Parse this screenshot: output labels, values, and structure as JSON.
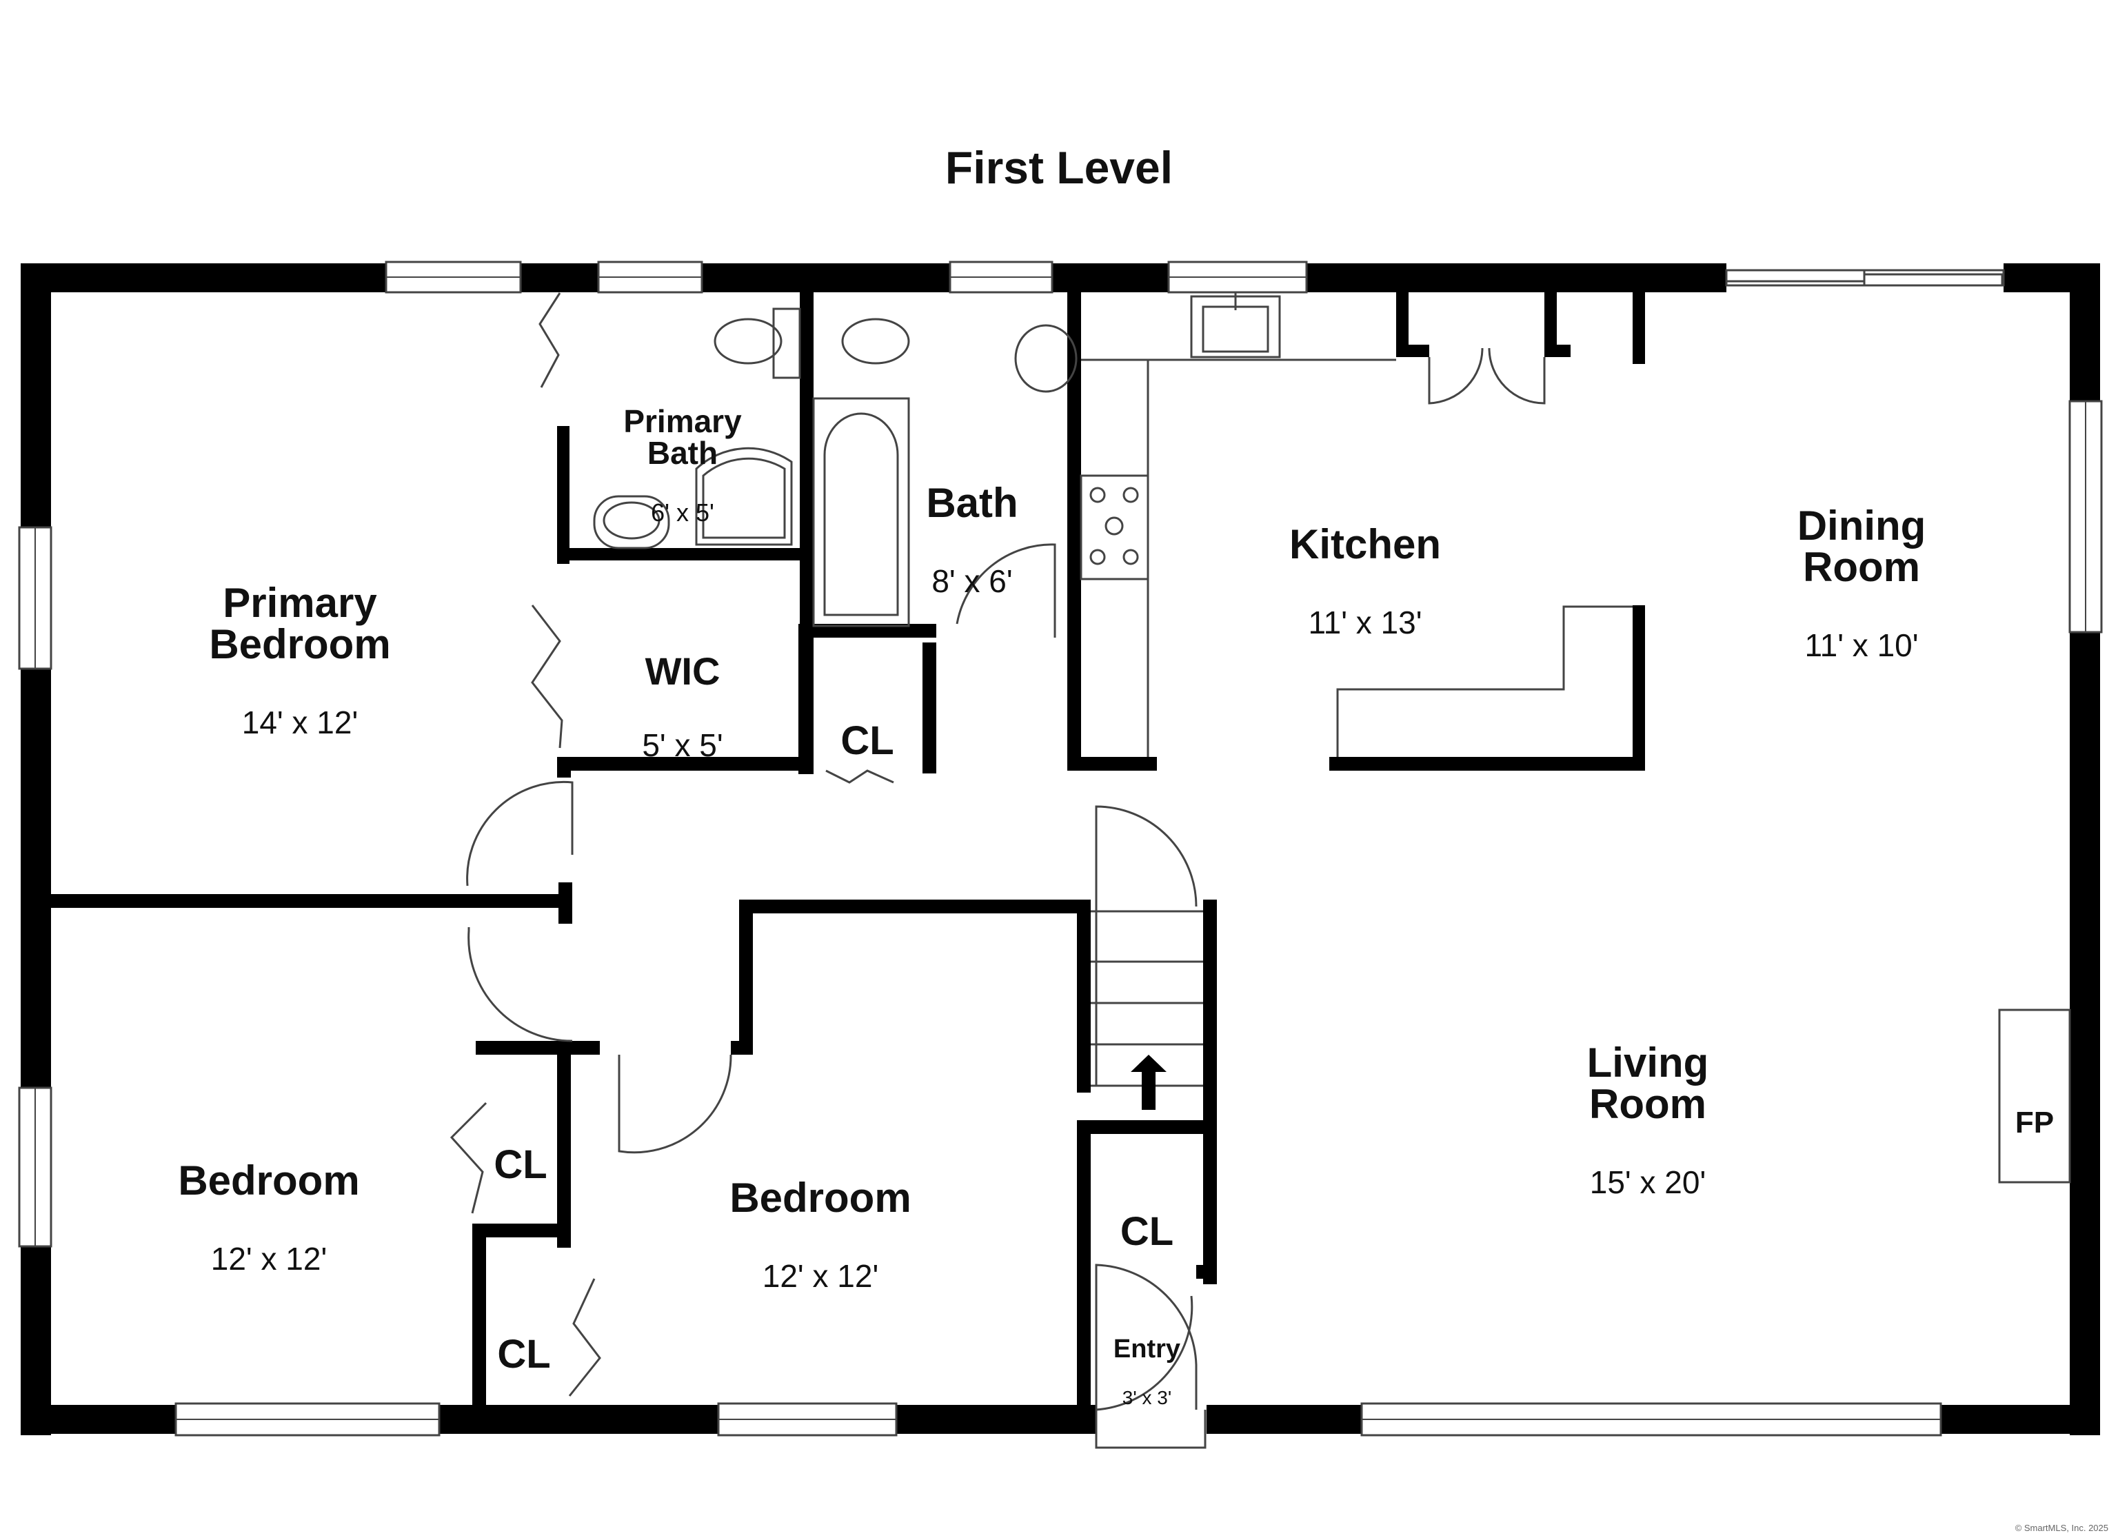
{
  "title": "First Level",
  "rooms": {
    "primary_bedroom": {
      "name": "Primary\nBedroom",
      "dims": "14' x 12'"
    },
    "primary_bath": {
      "name": "Primary\nBath",
      "dims": "6' x 5'"
    },
    "bath": {
      "name": "Bath",
      "dims": "8' x 6'"
    },
    "wic": {
      "name": "WIC",
      "dims": "5' x 5'"
    },
    "cl_hall": {
      "name": "CL"
    },
    "kitchen": {
      "name": "Kitchen",
      "dims": "11' x 13'"
    },
    "dining_room": {
      "name": "Dining\nRoom",
      "dims": "11' x 10'"
    },
    "living_room": {
      "name": "Living\nRoom",
      "dims": "15' x 20'"
    },
    "fp": {
      "name": "FP"
    },
    "bedroom_left": {
      "name": "Bedroom",
      "dims": "12' x 12'"
    },
    "bedroom_center": {
      "name": "Bedroom",
      "dims": "12' x 12'"
    },
    "cl_upper": {
      "name": "CL"
    },
    "cl_lower": {
      "name": "CL"
    },
    "cl_entry": {
      "name": "CL"
    },
    "entry": {
      "name": "Entry",
      "dims": "3' x 3'"
    }
  },
  "credit": "© SmartMLS, Inc. 2025",
  "colors": {
    "wall": "#000000",
    "line": "#555555",
    "background": "#ffffff"
  }
}
